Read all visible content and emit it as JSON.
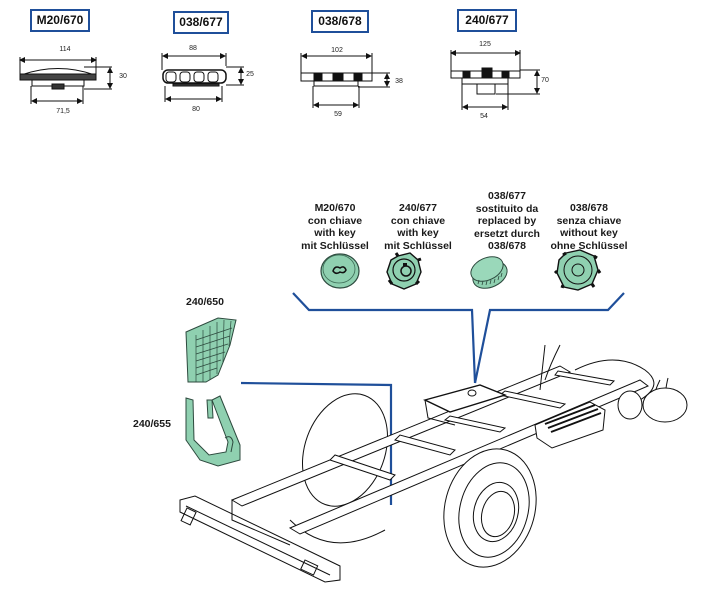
{
  "colors": {
    "leader_line": "#1f4f9a",
    "part_green": "#8fd0b0",
    "part_green_dark": "#3c6b55",
    "outline": "#111111"
  },
  "dimension_drawings": [
    {
      "code": "M20/670",
      "width": "114",
      "height": "30",
      "base": "71,5"
    },
    {
      "code": "038/677",
      "width": "88",
      "height": "25",
      "base": "80"
    },
    {
      "code": "038/678",
      "width": "102",
      "height": "38",
      "base": "59"
    },
    {
      "code": "240/677",
      "width": "125",
      "height": "70",
      "base": "54"
    }
  ],
  "caps": [
    {
      "code": "M20/670",
      "lines": [
        "con chiave",
        "with key",
        "mit Schlüssel"
      ],
      "icon": "locking-cap-round-icon"
    },
    {
      "code": "240/677",
      "lines": [
        "con chiave",
        "with key",
        "mit Schlüssel"
      ],
      "icon": "locking-cap-lobed-icon"
    },
    {
      "code": "038/677",
      "lines": [
        "sostituito da",
        "replaced by",
        "ersetzt durch",
        "038/678"
      ],
      "icon": "knurled-cap-icon"
    },
    {
      "code": "038/678",
      "lines": [
        "senza chiave",
        "without key",
        "ohne Schlüssel"
      ],
      "icon": "lobed-cap-icon"
    }
  ],
  "tank_guards": [
    {
      "code": "240/650",
      "icon": "grid-guard-icon"
    },
    {
      "code": "240/655",
      "icon": "bracket-guard-icon"
    }
  ]
}
